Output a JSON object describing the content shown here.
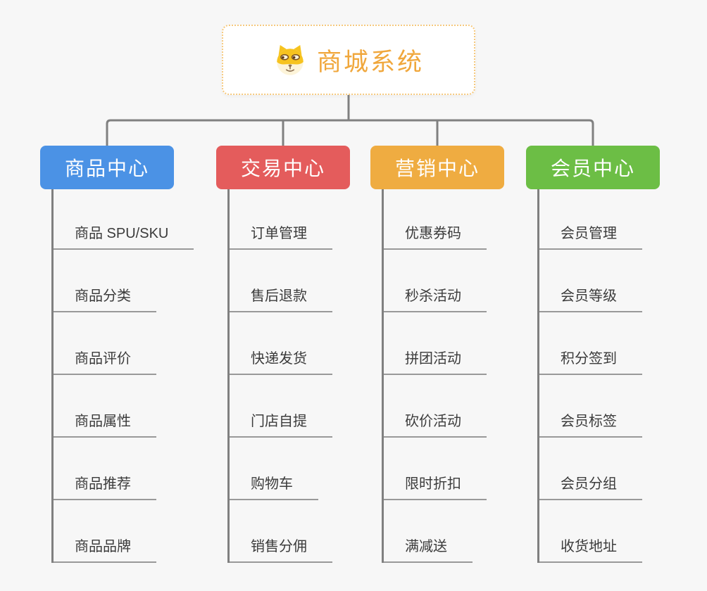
{
  "root": {
    "title": "商城系统",
    "icon": "dog-face-icon",
    "accent_color": "#f0a73c",
    "border_color": "#f6c97e"
  },
  "connector_color": "#808080",
  "branches": [
    {
      "label": "商品中心",
      "color": "#4b92e5",
      "children": [
        "商品 SPU/SKU",
        "商品分类",
        "商品评价",
        "商品属性",
        "商品推荐",
        "商品品牌"
      ]
    },
    {
      "label": "交易中心",
      "color": "#e45c5c",
      "children": [
        "订单管理",
        "售后退款",
        "快递发货",
        "门店自提",
        "购物车",
        "销售分佣"
      ]
    },
    {
      "label": "营销中心",
      "color": "#efac41",
      "children": [
        "优惠券码",
        "秒杀活动",
        "拼团活动",
        "砍价活动",
        "限时折扣",
        "满减送"
      ]
    },
    {
      "label": "会员中心",
      "color": "#6cbe45",
      "children": [
        "会员管理",
        "会员等级",
        "积分签到",
        "会员标签",
        "会员分组",
        "收货地址"
      ]
    }
  ]
}
